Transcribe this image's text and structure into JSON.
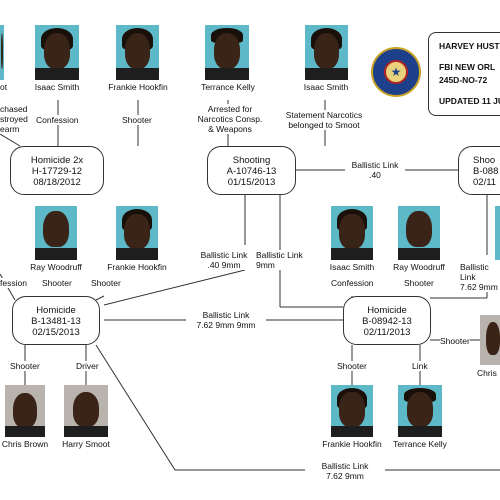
{
  "nodes": [
    {
      "id": "n1",
      "title": "Homicide 2x",
      "case": "H-17729-12",
      "date": "08/18/2012"
    },
    {
      "id": "n2",
      "title": "Shooting",
      "case": "A-10746-13",
      "date": "01/15/2013"
    },
    {
      "id": "n3",
      "title": "Shoo",
      "case": "B-088",
      "date": "02/11"
    },
    {
      "id": "n4",
      "title": "Homicide",
      "case": "B-13481-13",
      "date": "02/15/2013"
    },
    {
      "id": "n5",
      "title": "Homicide",
      "case": "B-08942-13",
      "date": "02/11/2013"
    }
  ],
  "people": [
    {
      "name": "Isaac Smith",
      "tone": "color"
    },
    {
      "name": "Frankie Hookfin",
      "tone": "color"
    },
    {
      "name": "Terrance Kelly",
      "tone": "color"
    },
    {
      "name": "Isaac Smith",
      "tone": "color"
    },
    {
      "name": "Ray Woodruff",
      "tone": "color"
    },
    {
      "name": "Frankie Hookfin",
      "tone": "color"
    },
    {
      "name": "Isaac Smith",
      "tone": "color"
    },
    {
      "name": "Ray Woodruff",
      "tone": "color"
    },
    {
      "name": "Chris Brown",
      "tone": "gray"
    },
    {
      "name": "Harry Smoot",
      "tone": "gray"
    },
    {
      "name": "Frankie Hookfin",
      "tone": "color"
    },
    {
      "name": "Terrance Kelly",
      "tone": "color"
    },
    {
      "name": "Chris",
      "tone": "gray"
    },
    {
      "name": "",
      "tone": "color"
    }
  ],
  "relations": {
    "top_left_partial": [
      "ot",
      "chased",
      "stroyed",
      "earm"
    ],
    "confession": "Confession",
    "shooter": "Shooter",
    "arrested": [
      "Arrested for",
      "Narcotics Consp.",
      "& Weapons"
    ],
    "statement": [
      "Statement Narcotics",
      "belonged to Smoot"
    ],
    "confession_partial": "fession",
    "driver": "Driver",
    "link": "Link"
  },
  "links": {
    "ballistic_1": [
      "Ballistic Link",
      ".40"
    ],
    "ballistic_2": [
      "Ballistic Link",
      ".40  9mm"
    ],
    "ballistic_3": [
      "Ballistic Link",
      "9mm"
    ],
    "ballistic_4": [
      "Ballistic Link",
      "7.62  9mm 9mm"
    ],
    "ballistic_5": [
      "Ballistic Link",
      "7.62  9mm"
    ],
    "ballistic_6": [
      "Ballistic Link",
      "7.62  9mm"
    ]
  },
  "infobox": {
    "line1": "HARVEY HUST",
    "line2": "FBI NEW ORL",
    "line3": "245D-NO-72",
    "line4": "UPDATED 11 JU"
  },
  "colors": {
    "photo_bg": "#5db8c8",
    "gray_bg": "#b9b3ad",
    "seal_blue": "#1e3f8a",
    "seal_gold": "#c9a227"
  }
}
